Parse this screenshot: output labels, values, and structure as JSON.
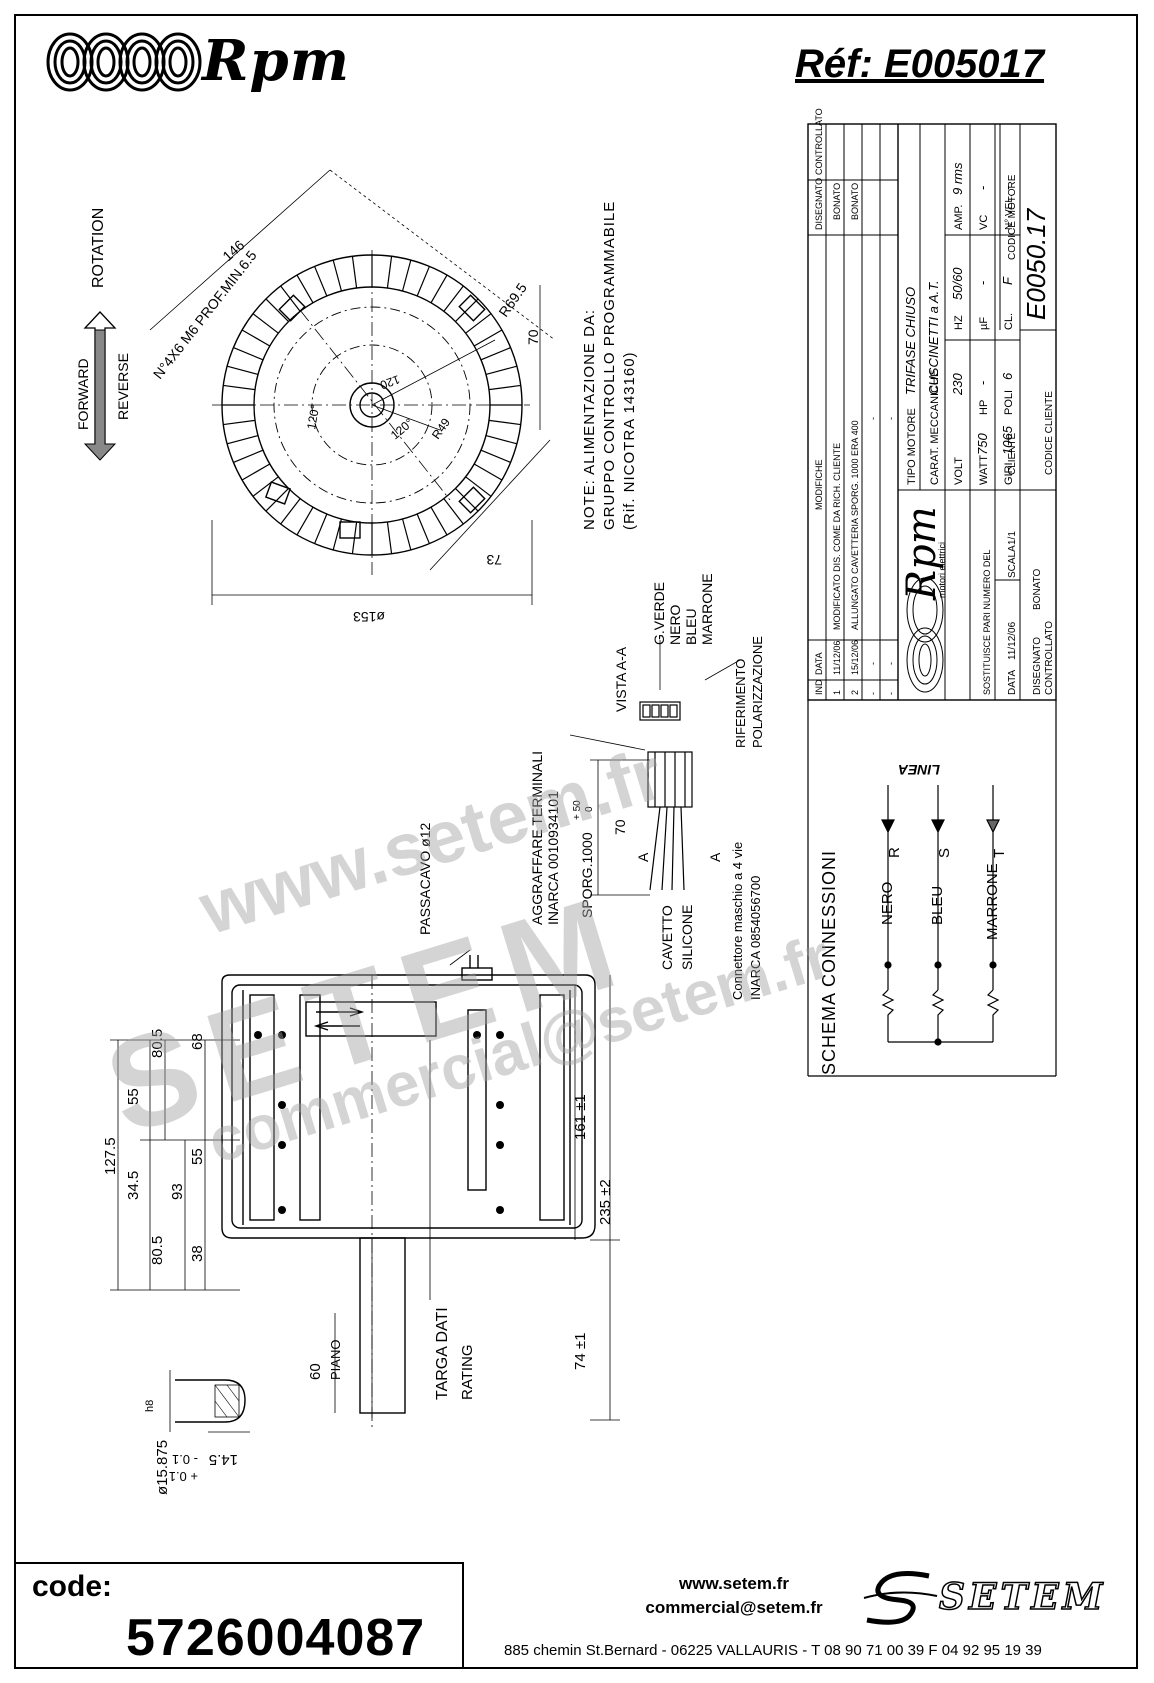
{
  "header": {
    "brand": "Rpm",
    "reference": "Réf:  E005017"
  },
  "front_view": {
    "rotation_label": "ROTATION",
    "forward_label": "FORWARD",
    "reverse_label": "REVERSE",
    "dim_146": "146",
    "holes_note": "N°4X6 M6 PROF.MIN.6.5",
    "dim_r695": "R69.5",
    "dim_70": "70",
    "dim_120a": "120",
    "dim_120b": "120°",
    "dim_120c": "120°",
    "dim_r49": "R49",
    "dim_73": "73",
    "dim_153": "ø153"
  },
  "notes": {
    "line1": "NOTE:   ALIMENTAZIONE DA:",
    "line2": "GRUPPO CONTROLLO PROGRAMMABILE",
    "line3": "(Rif. NICOTRA 143160)"
  },
  "connector": {
    "vista": "VISTA A-A",
    "wires": [
      "G.VERDE",
      "NERO",
      "BLEU",
      "MARRONE"
    ],
    "riferimento1": "RIFERIMENTO",
    "riferimento2": "POLARIZZAZIONE",
    "aggraffare1": "AGGRAFFARE TERMINALI",
    "aggraffare2": "INARCA 0010934101",
    "sporg": "SPORG.1000",
    "sporg_tol_plus": "+ 50",
    "sporg_tol_zero": "0",
    "dim_70": "70",
    "a1": "A",
    "a2": "A",
    "connettore1": "Connettore maschio a 4 vie",
    "connettore2": "INARCA 0854056700",
    "cavetto": "CAVETTO",
    "silicone": "SILICONE",
    "passacavo": "PASSACAVO ø12"
  },
  "side_view": {
    "dim_68": "68",
    "dim_805a": "80.5",
    "dim_55a": "55",
    "dim_55b": "55",
    "dim_1275": "127.5",
    "dim_345": "34.5",
    "dim_93": "93",
    "dim_805b": "80.5",
    "dim_38": "38",
    "dim_161": "161 ±1",
    "dim_235": "235 ±2",
    "dim_74": "74 ±1",
    "dim_60": "60",
    "piano": "PIANO",
    "targa": "TARGA DATI",
    "rating": "RATING",
    "shaft_dia": "ø15.875",
    "shaft_tol": "h8",
    "dim_145": "14.5",
    "tol_minus": "- 0.1",
    "tol_plus": "+ 0.1"
  },
  "schema": {
    "title": "SCHEMA CONNESSIONI",
    "linea": "LINEA",
    "wire_nero": "NERO",
    "wire_bleu": "BLEU",
    "wire_marrone": "MARRONE",
    "phase_r": "R",
    "phase_s": "S",
    "phase_t": "T"
  },
  "cartouche": {
    "rev_header": [
      "IND",
      "DATA",
      "MODIFICHE",
      "DISEGNATO",
      "CONTROLLATO"
    ],
    "rev1_ind": "1",
    "rev1_data": "11/12/06",
    "rev1_mod": "MODIFICATO DIS. COME DA RICH. CLIENTE",
    "rev1_dis": "BONATO",
    "rev2_ind": "2",
    "rev2_data": "15/12/06",
    "rev2_mod": "ALLUNGATO CAVETTERIA SPORG. 1000 ERA 400",
    "rev2_dis": "BONATO",
    "rev3_ind": "-",
    "rev3_data": "-",
    "rev3_mod": "-",
    "rev4_ind": "-",
    "rev4_data": "-",
    "rev4_mod": "-",
    "company": "Rpm",
    "company_sub": "motori elettrici",
    "tipo_motore_label": "TIPO MOTORE",
    "tipo_motore": "TRIFASE CHIUSO",
    "carat_label": "CARAT. MECCANICHE",
    "carat": "CUSCINETTI a A.T.",
    "volt_label": "VOLT",
    "volt": "230",
    "hz_label": "HZ",
    "hz": "50/60",
    "amp_label": "AMP.",
    "amp": "9 rms",
    "watt_label": "WATT",
    "watt": "750",
    "hp_label": "HP",
    "hp": "-",
    "uf_label": "µF",
    "uf": "-",
    "vc_label": "VC",
    "vc": "-",
    "giri_label": "GIRI",
    "giri": "1065",
    "poli_label": "POLI",
    "poli": "6",
    "cl_label": "CL.",
    "cl": "F",
    "nvel_label": "N° VEL.",
    "nvel": "-",
    "sostituisce_label": "SOSTITUISCE PARI NUMERO DEL",
    "sostituisce": "-",
    "data_label": "DATA",
    "data": "11/12/06",
    "scala_label": "SCALA",
    "scala": "1/1",
    "cliente_label": "CLIENTE",
    "codice_motore_label": "CODICE MOTORE",
    "codice_motore": "E0050.17",
    "disegnato_label": "DISEGNATO",
    "disegnato": "BONATO",
    "controllato_label": "CONTROLLATO",
    "codice_cliente_label": "CODICE CLIENTE"
  },
  "watermark": {
    "line1": "www.setem.fr",
    "line2": "SETEM",
    "line3": "commercial@setem.fr"
  },
  "footer": {
    "code_label": "code:",
    "code_value": "5726004087",
    "website": "www.setem.fr",
    "email": "commercial@setem.fr",
    "address": "885 chemin St.Bernard  -  06225 VALLAURIS  -  T 08 90 71 00 39   F 04 92 95 19 39",
    "logo_name": "SETEM"
  }
}
